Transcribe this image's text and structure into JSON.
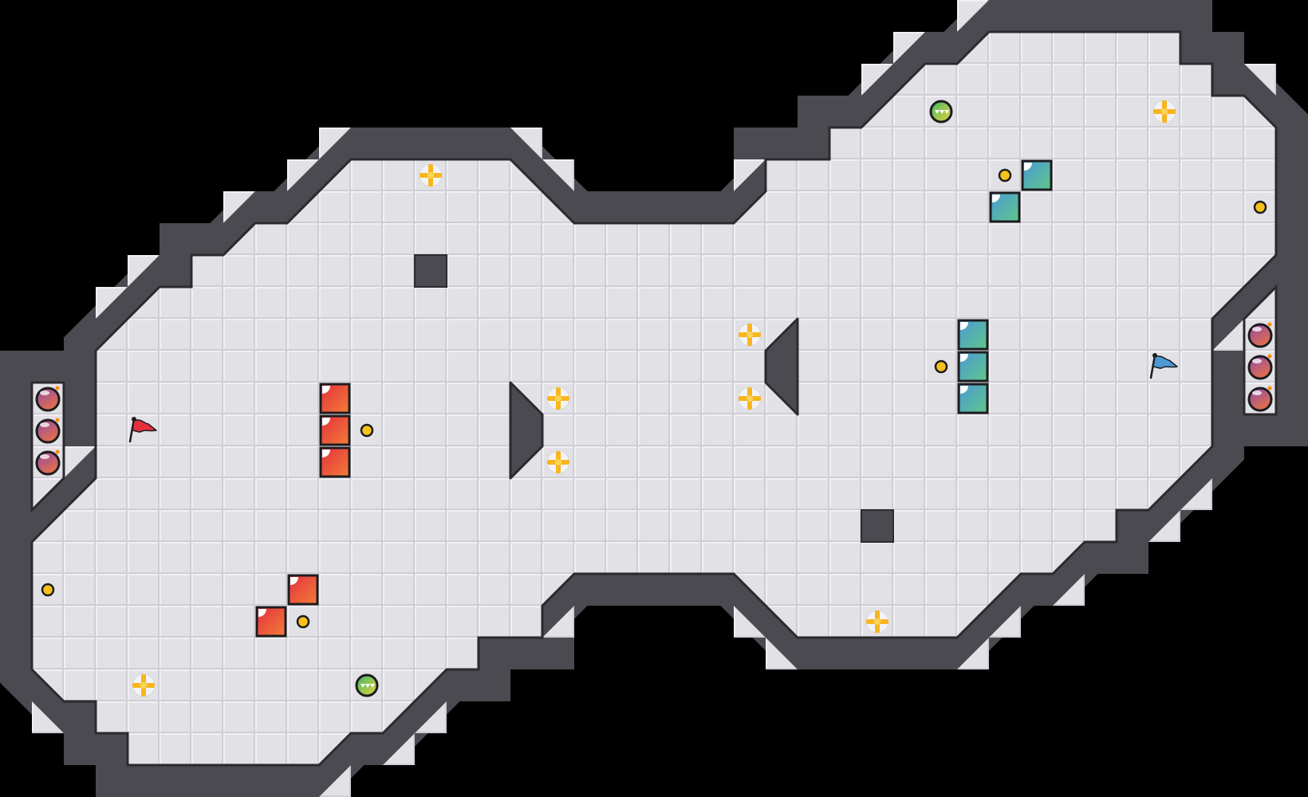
{
  "palette": {
    "background": "#000000",
    "floor": "#e2e1e6",
    "floor_highlight": "#f0eff3",
    "floor_shadow": "#cfced5",
    "wall": "#4b4a50",
    "wall_edge": "#2b2a2f",
    "red_team_start": "#e5303c",
    "red_team_end": "#f27d3a",
    "blue_team_start": "#4b9ad3",
    "blue_team_end": "#5fc68a",
    "coin": "#f5c21b",
    "cross": "#f7b51e",
    "boost_start": "#3fb86a",
    "boost_end": "#e7d33a",
    "bomb_start": "#8f4aa8",
    "bomb_end": "#e3704a",
    "outline": "#1c1c1f"
  },
  "entities": {
    "red_flag": "red-flag-icon",
    "blue_flag": "blue-flag-icon",
    "red_tile": "red-team-tile",
    "blue_tile": "blue-team-tile",
    "coin": "yellow-dot-icon",
    "powerup": "powerup-cross-icon",
    "boost": "green-boost-icon",
    "bomb": "bomb-icon",
    "wall_block": "wall-block",
    "wedge": "wall-wedge"
  }
}
